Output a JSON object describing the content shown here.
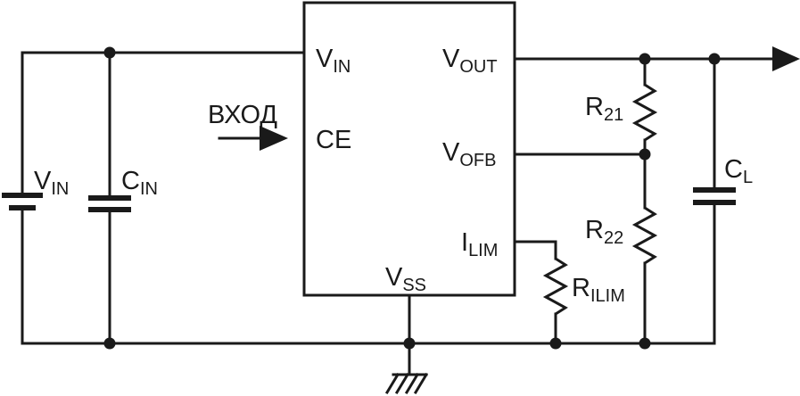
{
  "pins": {
    "vin": {
      "main": "V",
      "sub": "IN"
    },
    "vout": {
      "main": "V",
      "sub": "OUT"
    },
    "ce": {
      "main": "CE"
    },
    "vofb": {
      "main": "V",
      "sub": "OFB"
    },
    "ilim": {
      "main": "I",
      "sub": "LIM"
    },
    "vss": {
      "main": "V",
      "sub": "SS"
    }
  },
  "input_label": "ВХОД",
  "components": {
    "source_vin": {
      "main": "V",
      "sub": "IN"
    },
    "cin": {
      "main": "C",
      "sub": "IN"
    },
    "r21": {
      "main": "R",
      "sub": "21"
    },
    "r22": {
      "main": "R",
      "sub": "22"
    },
    "rilim": {
      "main": "R",
      "sub": "ILIM"
    },
    "cl": {
      "main": "C",
      "sub": "L"
    }
  }
}
